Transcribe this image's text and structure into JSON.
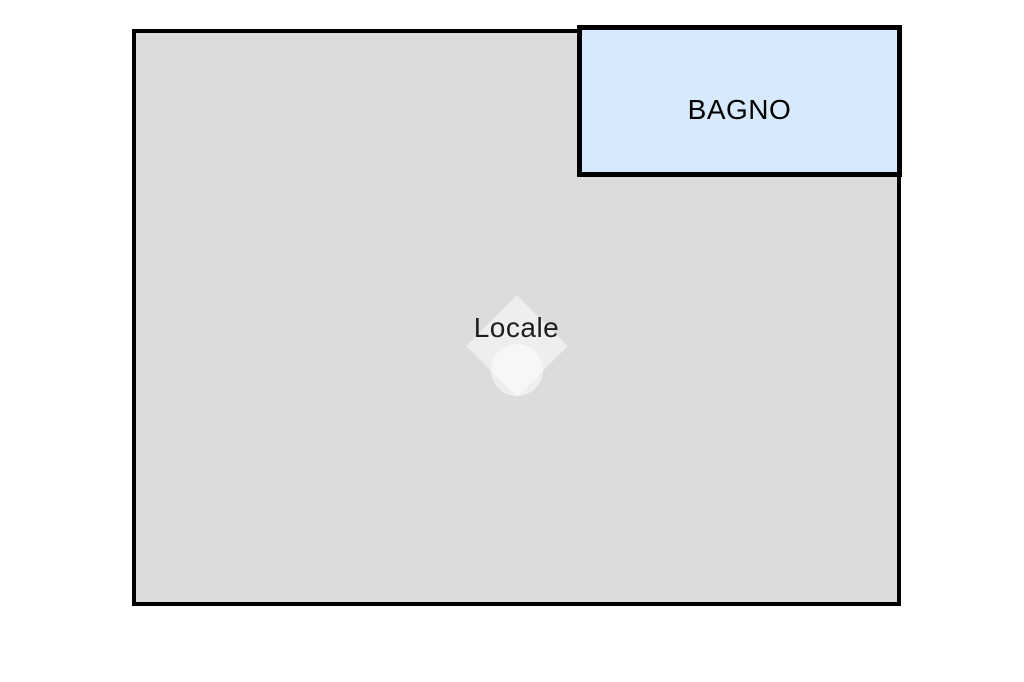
{
  "page": {
    "background_color": "#ffffff",
    "kind": "floor-plan"
  },
  "rooms": [
    {
      "id": "locale",
      "label": "Locale",
      "fill_color": "#dcdcdc",
      "border_color": "#000000",
      "label_color": "#1f1f1f"
    },
    {
      "id": "bagno",
      "label": "BAGNO",
      "fill_color": "#d7e9fc",
      "border_color": "#000000",
      "label_color": "#000000"
    }
  ],
  "watermark": {
    "icon": "diamond-house-logo-icon",
    "color": "rgba(255,255,255,0.5)"
  }
}
